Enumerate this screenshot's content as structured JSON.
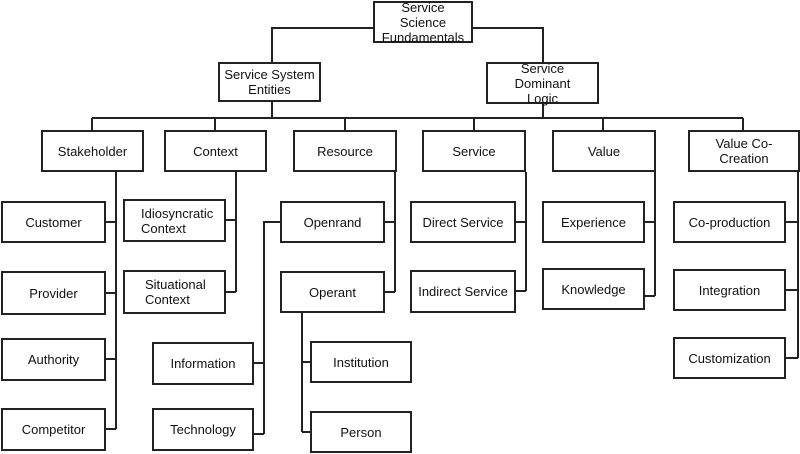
{
  "colors": {
    "line": "#222222",
    "box_border": "#222222",
    "text": "#111111",
    "background": "#ffffff"
  },
  "nodes": {
    "root": "Service Science\nFundamentals",
    "sse": "Service System\nEntities",
    "sdl": "Service Dominant\nLogic",
    "stakeholder": "Stakeholder",
    "context": "Context",
    "resource": "Resource",
    "service": "Service",
    "value": "Value",
    "vcc": "Value Co-Creation",
    "customer": "Customer",
    "provider": "Provider",
    "authority": "Authority",
    "competitor": "Competitor",
    "idiosyncratic": "Idiosyncratic\nContext",
    "situational": "Situational\nContext",
    "openrand": "Openrand",
    "operant": "Operant",
    "information": "Information",
    "technology": "Technology",
    "institution": "Institution",
    "person": "Person",
    "direct": "Direct Service",
    "indirect": "Indirect Service",
    "experience": "Experience",
    "knowledge": "Knowledge",
    "coproduction": "Co-production",
    "integration": "Integration",
    "customization": "Customization"
  }
}
